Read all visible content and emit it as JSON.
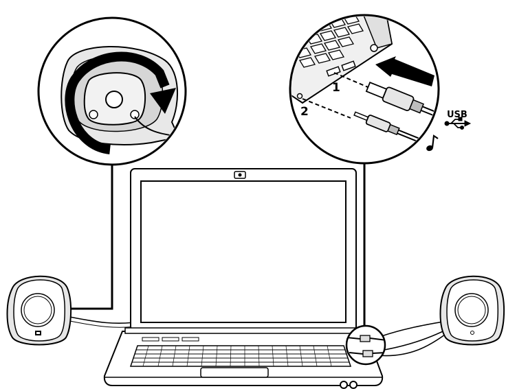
{
  "callouts": {
    "step1": "1",
    "step2": "2",
    "usb_label": "USB"
  },
  "icons": {
    "usb": "usb-symbol-icon",
    "audio": "music-note-icon",
    "logo": "logitech-logo-icon"
  },
  "colors": {
    "line": "#000000",
    "fill_light": "#e6e6e6",
    "fill_mid": "#cfcfcf",
    "background": "#ffffff"
  }
}
